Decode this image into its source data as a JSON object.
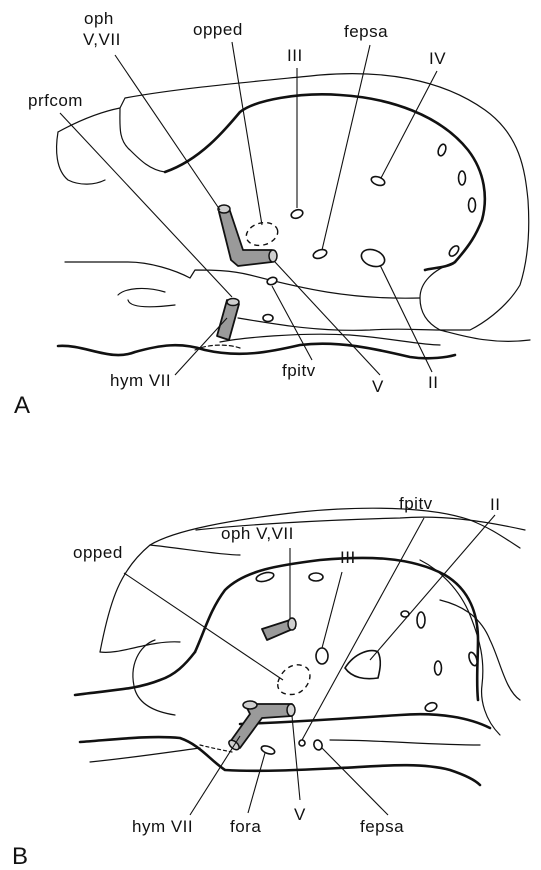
{
  "panels": {
    "a": {
      "letter": "A",
      "labels": {
        "oph_line1": "oph",
        "oph_line2": "V,VII",
        "opped": "opped",
        "III": "III",
        "fepsa": "fepsa",
        "IV": "IV",
        "prfcom": "prfcom",
        "hym": "hym VII",
        "fpitv": "fpitv",
        "V": "V",
        "II": "II"
      }
    },
    "b": {
      "letter": "B",
      "labels": {
        "oph": "oph V,VII",
        "fpitv": "fpitv",
        "II": "II",
        "opped": "opped",
        "III": "III",
        "hym": "hym VII",
        "fora": "fora",
        "V": "V",
        "fepsa": "fepsa"
      }
    }
  },
  "colors": {
    "ink": "#111111",
    "nerve_fill": "#9a9a9a",
    "background": "#ffffff"
  }
}
